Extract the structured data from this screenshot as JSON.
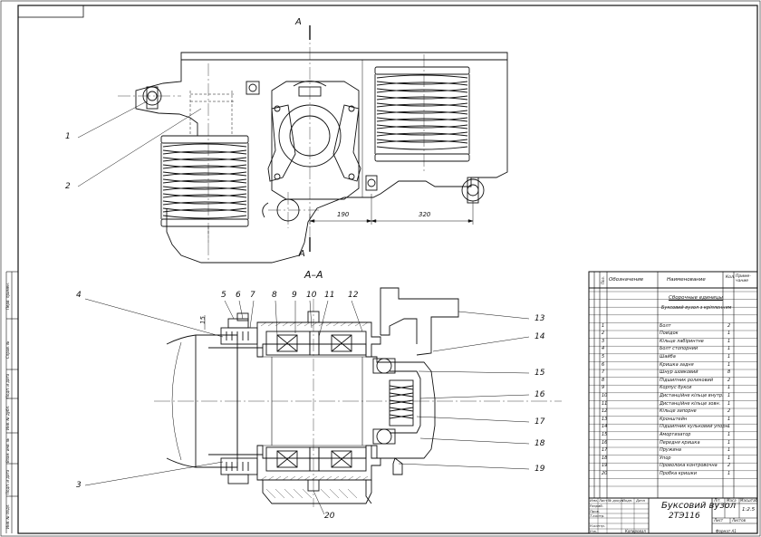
{
  "sections": {
    "top_cut_letter_top": "А",
    "top_cut_letter_bottom": "А",
    "section_title": "А–А"
  },
  "dimensions": {
    "d190": "190",
    "d320": "320",
    "d15": "15"
  },
  "callouts": [
    "1",
    "2",
    "3",
    "4",
    "5",
    "6",
    "7",
    "8",
    "9",
    "10",
    "11",
    "12",
    "13",
    "14",
    "15",
    "16",
    "17",
    "18",
    "19",
    "20"
  ],
  "spec_table": {
    "headers": {
      "pos": "Поз.",
      "designation": "Обозначение",
      "name": "Наименование",
      "qty": "Кол.",
      "note": "Приме-чание"
    },
    "section_header": "Сборочные единицы",
    "assembly_row": "Буксовий вузол з кріпленням",
    "rows": [
      {
        "pos": "1",
        "name": "Болт",
        "qty": "2"
      },
      {
        "pos": "2",
        "name": "Повідок",
        "qty": "1"
      },
      {
        "pos": "3",
        "name": "Кільце лабіринтне",
        "qty": "1"
      },
      {
        "pos": "4",
        "name": "Болт стопорний",
        "qty": "1"
      },
      {
        "pos": "5",
        "name": "Шайба",
        "qty": "1"
      },
      {
        "pos": "6",
        "name": "Кришка задня",
        "qty": "1"
      },
      {
        "pos": "7",
        "name": "Шнур шовковий",
        "qty": "8"
      },
      {
        "pos": "8",
        "name": "Підшипник роликовий",
        "qty": "2"
      },
      {
        "pos": "9",
        "name": "Корпус букси",
        "qty": "1"
      },
      {
        "pos": "10",
        "name": "Дистанційне кільце внутр.",
        "qty": "1"
      },
      {
        "pos": "11",
        "name": "Дистанційне кільце зовн.",
        "qty": "1"
      },
      {
        "pos": "12",
        "name": "Кільце запорне",
        "qty": "2"
      },
      {
        "pos": "13",
        "name": "Кронштейн",
        "qty": "1"
      },
      {
        "pos": "14",
        "name": "Підшипник кульковий упорн.",
        "qty": "1"
      },
      {
        "pos": "15",
        "name": "Амортизатор",
        "qty": "1"
      },
      {
        "pos": "16",
        "name": "Передня кришка",
        "qty": "1"
      },
      {
        "pos": "17",
        "name": "Пружина",
        "qty": "1"
      },
      {
        "pos": "18",
        "name": "Упор",
        "qty": "1"
      },
      {
        "pos": "19",
        "name": "Проволока контровочна",
        "qty": "2"
      },
      {
        "pos": "20",
        "name": "Пробка кришки",
        "qty": "1"
      }
    ]
  },
  "title_block": {
    "title": "Буксовий вузол",
    "subtitle": "2ТЭ116",
    "lit_label": "Літ.",
    "mass_label": "Маса",
    "scale_label": "Масштаб",
    "scale_value": "1:2.5",
    "sheet_label": "Лист",
    "sheets_label": "Листов",
    "changes": {
      "izm": "Изм.",
      "list": "Лист",
      "doc": "№ докум.",
      "sign": "Подп.",
      "date": "Дата"
    },
    "roles": [
      "Разраб.",
      "Пров.",
      "Т.контр.",
      "Н.контр.",
      "Утв."
    ],
    "copied": "Копировал",
    "format": "Формат   А1"
  },
  "side_strip": [
    "Перв. примен.",
    "Справ. №",
    "Подп. и дата",
    "Инв. № дубл.",
    "Взам. инв. №",
    "Подп. и дата",
    "Инв. № подл."
  ]
}
